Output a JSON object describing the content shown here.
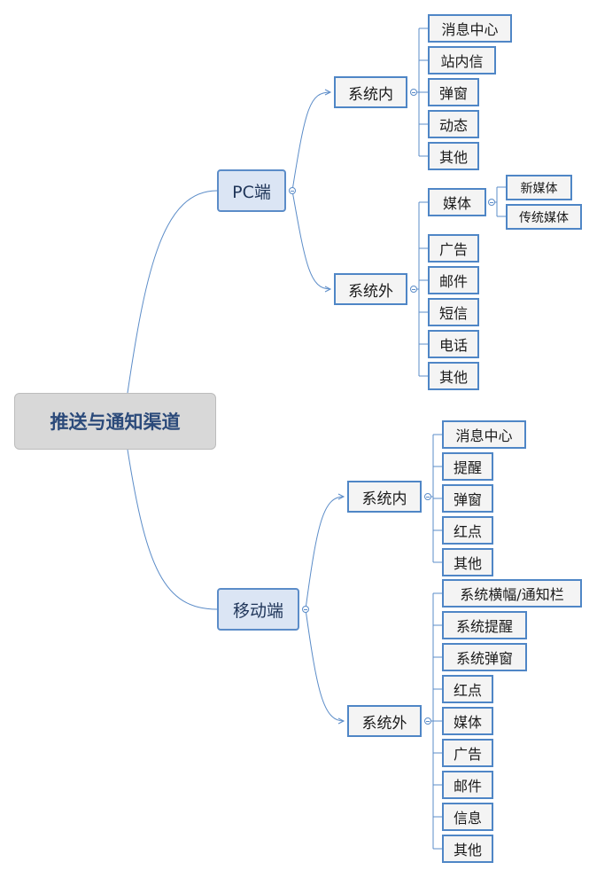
{
  "root": "推送与通知渠道",
  "pc": {
    "label": "PC端",
    "inside": {
      "label": "系统内",
      "items": [
        "消息中心",
        "站内信",
        "弹窗",
        "动态",
        "其他"
      ]
    },
    "outside": {
      "label": "系统外",
      "media": {
        "label": "媒体",
        "items": [
          "新媒体",
          "传统媒体"
        ]
      },
      "items": [
        "广告",
        "邮件",
        "短信",
        "电话",
        "其他"
      ]
    }
  },
  "mobile": {
    "label": "移动端",
    "inside": {
      "label": "系统内",
      "items": [
        "消息中心",
        "提醒",
        "弹窗",
        "红点",
        "其他"
      ]
    },
    "outside": {
      "label": "系统外",
      "items": [
        "系统横幅/通知栏",
        "系统提醒",
        "系统弹窗",
        "红点",
        "媒体",
        "广告",
        "邮件",
        "信息",
        "其他"
      ]
    }
  },
  "colors": {
    "line": "#5b8cc8",
    "box_border": "#4f86c6",
    "root_text": "#2b4a7a"
  }
}
